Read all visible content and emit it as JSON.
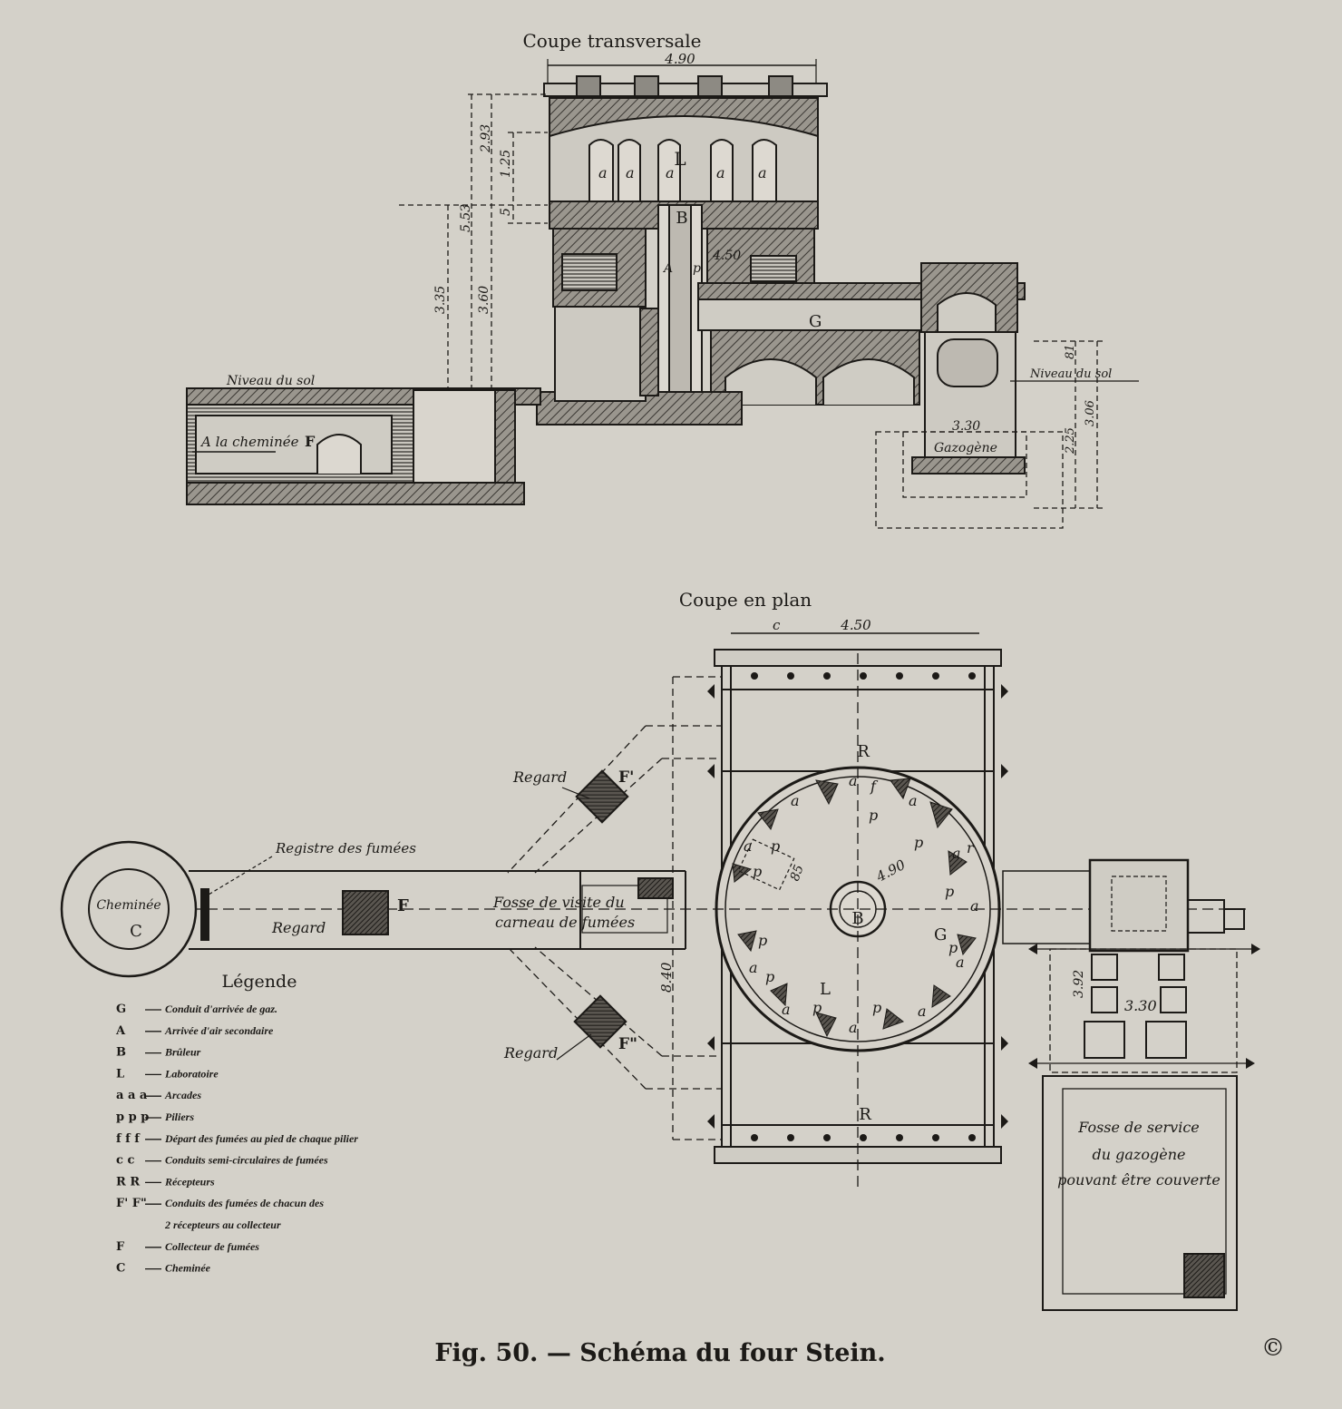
{
  "figure": {
    "caption": "Fig. 50. — Schéma du four Stein.",
    "copyright_mark": "©"
  },
  "section": {
    "title": "Coupe transversale",
    "labels": {
      "L": "L",
      "B": "B",
      "G": "G",
      "A": "A",
      "p": "p",
      "a": "a",
      "niveau_gauche": "Niveau du sol",
      "niveau_droite": "Niveau du sol",
      "cheminee": "A la cheminée",
      "F": "F",
      "gazogene": "Gazogène"
    },
    "dims": {
      "width_top": "4.90",
      "inner_450": "4.50",
      "d293": "2.93",
      "d125": "1.25",
      "d5": "5",
      "d553": "5.53",
      "d335": "3.35",
      "d360": "3.60",
      "d81": "81",
      "d330": "3.30",
      "d225": "2.25",
      "d306": "3.06"
    }
  },
  "plan": {
    "title": "Coupe en plan",
    "labels": {
      "R_top": "R",
      "R_bottom": "R",
      "B": "B",
      "G": "G",
      "L": "L",
      "F1": "F'",
      "F2": "F\"",
      "F": "F",
      "c": "c",
      "C": "C",
      "cheminee": "Cheminée",
      "regard1": "Regard",
      "regard2": "Regard",
      "regard3": "Regard",
      "registre": "Registre des fumées",
      "fosse_visite_1": "Fosse de visite du",
      "fosse_visite_2": "carneau de fumées",
      "fosse_service_1": "Fosse de service",
      "fosse_service_2": "du gazogène",
      "fosse_service_3": "pouvant être couverte",
      "a": "a",
      "p": "p",
      "f": "f",
      "r": "r"
    },
    "dims": {
      "width_top": "4.50",
      "radius": "4.90",
      "d85": "85",
      "side": "8.40",
      "d392": "3.92",
      "d330": "3.30"
    }
  },
  "legend": {
    "title": "Légende",
    "items": [
      {
        "key": "G",
        "text": "Conduit d'arrivée de gaz."
      },
      {
        "key": "A",
        "text": "Arrivée d'air secondaire"
      },
      {
        "key": "B",
        "text": "Brûleur"
      },
      {
        "key": "L",
        "text": "Laboratoire"
      },
      {
        "key": "a a a",
        "text": "Arcades"
      },
      {
        "key": "p p p",
        "text": "Piliers"
      },
      {
        "key": "f f f",
        "text": "Départ des fumées au pied de chaque pilier"
      },
      {
        "key": "c c",
        "text": "Conduits semi-circulaires de fumées"
      },
      {
        "key": "R R",
        "text": "Récepteurs"
      },
      {
        "key": "F' F\"",
        "text": "Conduits des fumées de chacun des"
      },
      {
        "key": "",
        "text": "2 récepteurs au collecteur"
      },
      {
        "key": "F",
        "text": "Collecteur de fumées"
      },
      {
        "key": "C",
        "text": "Cheminée"
      }
    ]
  }
}
